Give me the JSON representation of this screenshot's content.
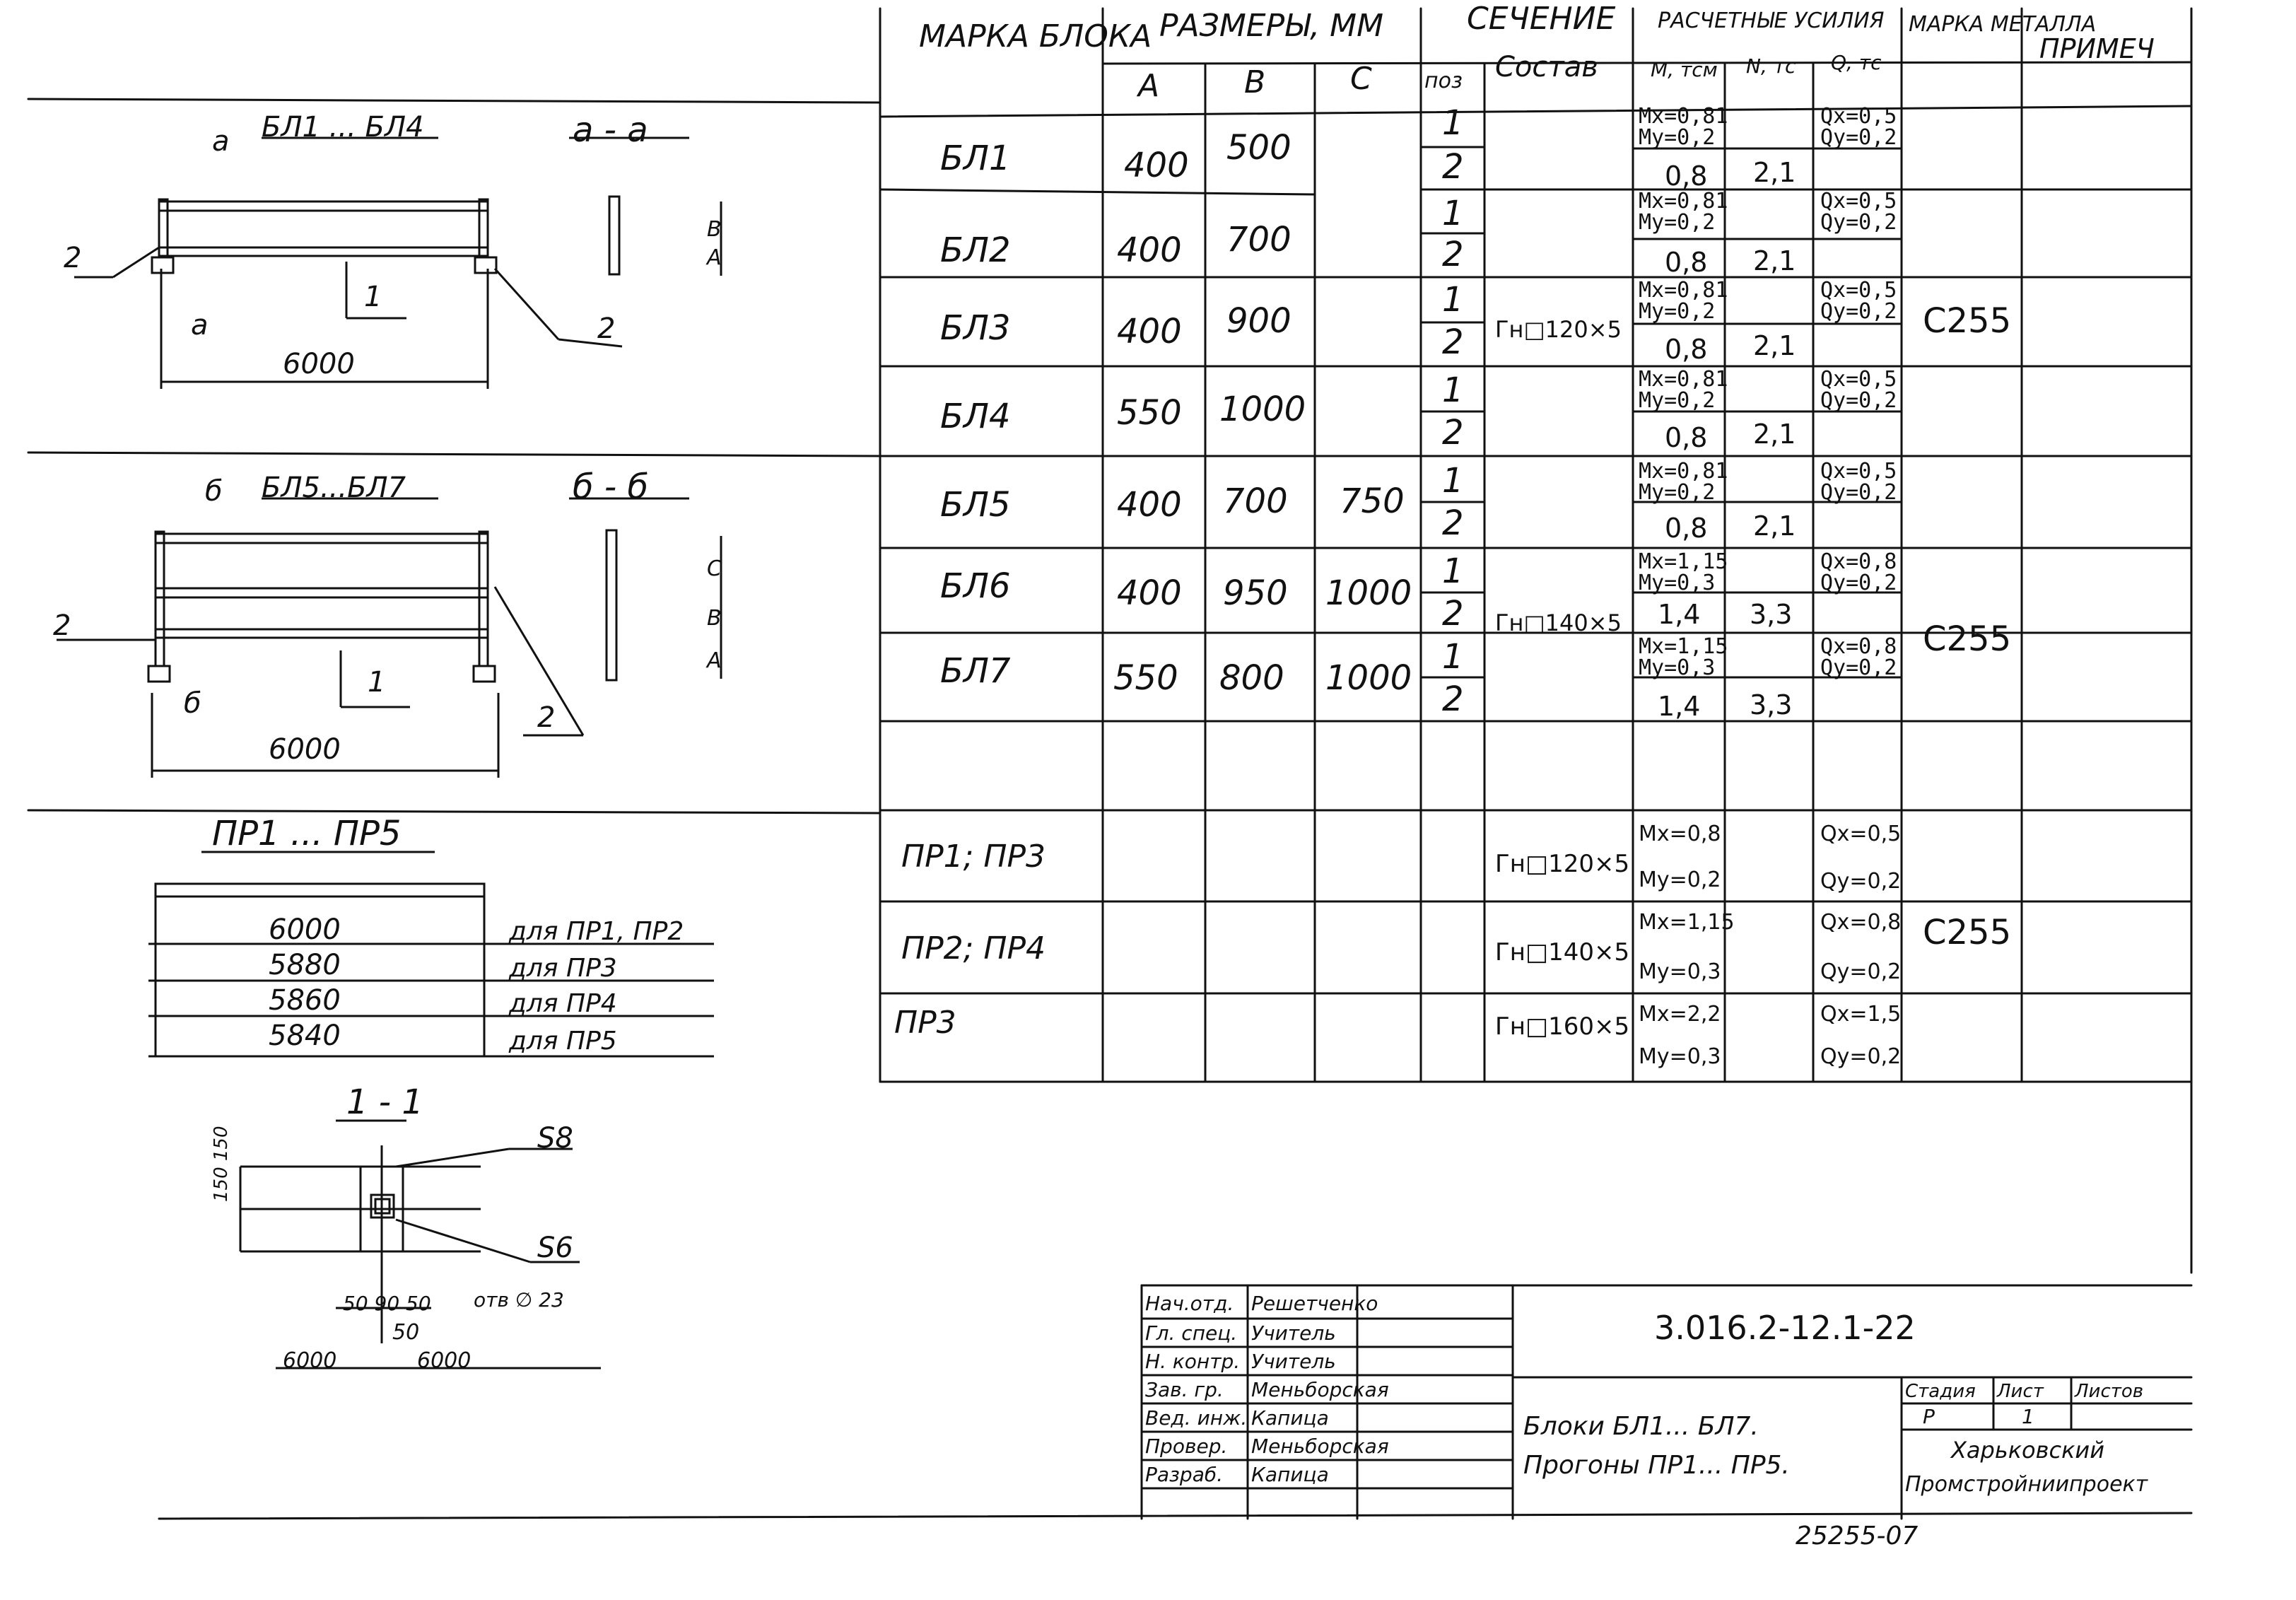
{
  "table": {
    "headers": {
      "mark": "МАРКА БЛОКА",
      "sizes": "РАЗМЕРЫ, ММ",
      "section": "СЕЧЕНИЕ",
      "forces": "РАСЧЕТНЫЕ УСИЛИЯ",
      "metal": "МАРКА МЕТАЛЛА",
      "note": "ПРИМЕЧ"
    },
    "subheaders": {
      "a": "А",
      "b": "В",
      "c": "С",
      "pos": "поз",
      "composition": "Состав",
      "m": "М, тсм",
      "n": "N, тс",
      "q": "Q, тс"
    },
    "blocks": [
      {
        "mark": "БЛ1",
        "a": "400",
        "b": "500",
        "c": "",
        "pos1": "1",
        "pos2": "2",
        "m1": [
          "Mx=0,81",
          "My=0,2"
        ],
        "m2": "0,8",
        "n2": "2,1",
        "q1": [
          "Qx=0,5",
          "Qy=0,2"
        ]
      },
      {
        "mark": "БЛ2",
        "a": "400",
        "b": "700",
        "c": "",
        "pos1": "1",
        "pos2": "2",
        "m1": [
          "Mx=0,81",
          "My=0,2"
        ],
        "m2": "0,8",
        "n2": "2,1",
        "q1": [
          "Qx=0,5",
          "Qy=0,2"
        ]
      },
      {
        "mark": "БЛ3",
        "a": "400",
        "b": "900",
        "c": "",
        "pos1": "1",
        "pos2": "2",
        "m1": [
          "Mx=0,81",
          "My=0,2"
        ],
        "m2": "0,8",
        "n2": "2,1",
        "q1": [
          "Qx=0,5",
          "Qy=0,2"
        ]
      },
      {
        "mark": "БЛ4",
        "a": "550",
        "b": "1000",
        "c": "",
        "pos1": "1",
        "pos2": "2",
        "m1": [
          "Mx=0,81",
          "My=0,2"
        ],
        "m2": "0,8",
        "n2": "2,1",
        "q1": [
          "Qx=0,5",
          "Qy=0,2"
        ]
      },
      {
        "mark": "БЛ5",
        "a": "400",
        "b": "700",
        "c": "750",
        "pos1": "1",
        "pos2": "2",
        "m1": [
          "Mx=0,81",
          "My=0,2"
        ],
        "m2": "0,8",
        "n2": "2,1",
        "q1": [
          "Qx=0,5",
          "Qy=0,2"
        ]
      },
      {
        "mark": "БЛ6",
        "a": "400",
        "b": "950",
        "c": "1000",
        "pos1": "1",
        "pos2": "2",
        "m1": [
          "Mx=1,15",
          "My=0,3"
        ],
        "m2": "1,4",
        "n2": "3,3",
        "q1": [
          "Qx=0,8",
          "Qy=0,2"
        ]
      },
      {
        "mark": "БЛ7",
        "a": "550",
        "b": "800",
        "c": "1000",
        "pos1": "1",
        "pos2": "2",
        "m1": [
          "Mx=1,15",
          "My=0,3"
        ],
        "m2": "1,4",
        "n2": "3,3",
        "q1": [
          "Qx=0,8",
          "Qy=0,2"
        ]
      }
    ],
    "sections": [
      "Гн□120×5",
      "Гн□140×5"
    ],
    "metal": [
      "С255",
      "С255",
      "С255"
    ],
    "purlins": [
      {
        "mark": "ПР1; ПР3",
        "section": "Гн□120×5",
        "m": [
          "Mx=0,8",
          "My=0,2"
        ],
        "q": [
          "Qx=0,5",
          "Qy=0,2"
        ]
      },
      {
        "mark": "ПР2; ПР4",
        "section": "Гн□140×5",
        "m": [
          "Mx=1,15",
          "My=0,3"
        ],
        "q": [
          "Qx=0,8",
          "Qy=0,2"
        ]
      },
      {
        "mark": "ПР3",
        "section": "Гн□160×5",
        "m": [
          "Mx=2,2",
          "My=0,3"
        ],
        "q": [
          "Qx=1,5",
          "Qy=0,2"
        ]
      }
    ]
  },
  "drawings": {
    "d1": {
      "title": "БЛ1 ... БЛ4",
      "section": "а - а",
      "cut": "а",
      "span": "6000",
      "pos1": "1",
      "pos2": "2",
      "dimA": "А",
      "dimB": "В"
    },
    "d2": {
      "title": "БЛ5...БЛ7",
      "section": "б - б",
      "cut": "б",
      "span": "6000",
      "pos1": "1",
      "pos2": "2",
      "dimA": "А",
      "dimB": "В",
      "dimC": "С"
    },
    "d3": {
      "title": "ПР1 ... ПР5",
      "rows": [
        {
          "len": "6000",
          "note": "для ПР1, ПР2"
        },
        {
          "len": "5880",
          "note": "для ПР3"
        },
        {
          "len": "5860",
          "note": "для ПР4"
        },
        {
          "len": "5840",
          "note": "для ПР5"
        }
      ]
    },
    "d4": {
      "title": "1 - 1",
      "s8": "S8",
      "s6": "S6",
      "dimVert": "150 150",
      "dimHoriz": "50 90 50",
      "dim50": "50",
      "hole": "отв ∅ 23",
      "spans": [
        "6000",
        "6000"
      ]
    }
  },
  "title_block": {
    "code": "3.016.2-12.1-22",
    "roles": [
      [
        "Нач.отд.",
        "Решетченко"
      ],
      [
        "Гл. спец.",
        "Учитель"
      ],
      [
        "Н. контр.",
        "Учитель"
      ],
      [
        "Зав. гр.",
        "Меньборская"
      ],
      [
        "Вед. инж.",
        "Капица"
      ],
      [
        "Провер.",
        "Меньборская"
      ],
      [
        "Разраб.",
        "Капица"
      ]
    ],
    "name": [
      "Блоки БЛ1... БЛ7.",
      "Прогоны ПР1... ПР5."
    ],
    "stage_labels": [
      "Стадия",
      "Лист",
      "Листов"
    ],
    "stage_values": [
      "Р",
      "1",
      ""
    ],
    "org": [
      "Харьковский",
      "Промстройниипроект"
    ],
    "inventory": "25255-07"
  }
}
